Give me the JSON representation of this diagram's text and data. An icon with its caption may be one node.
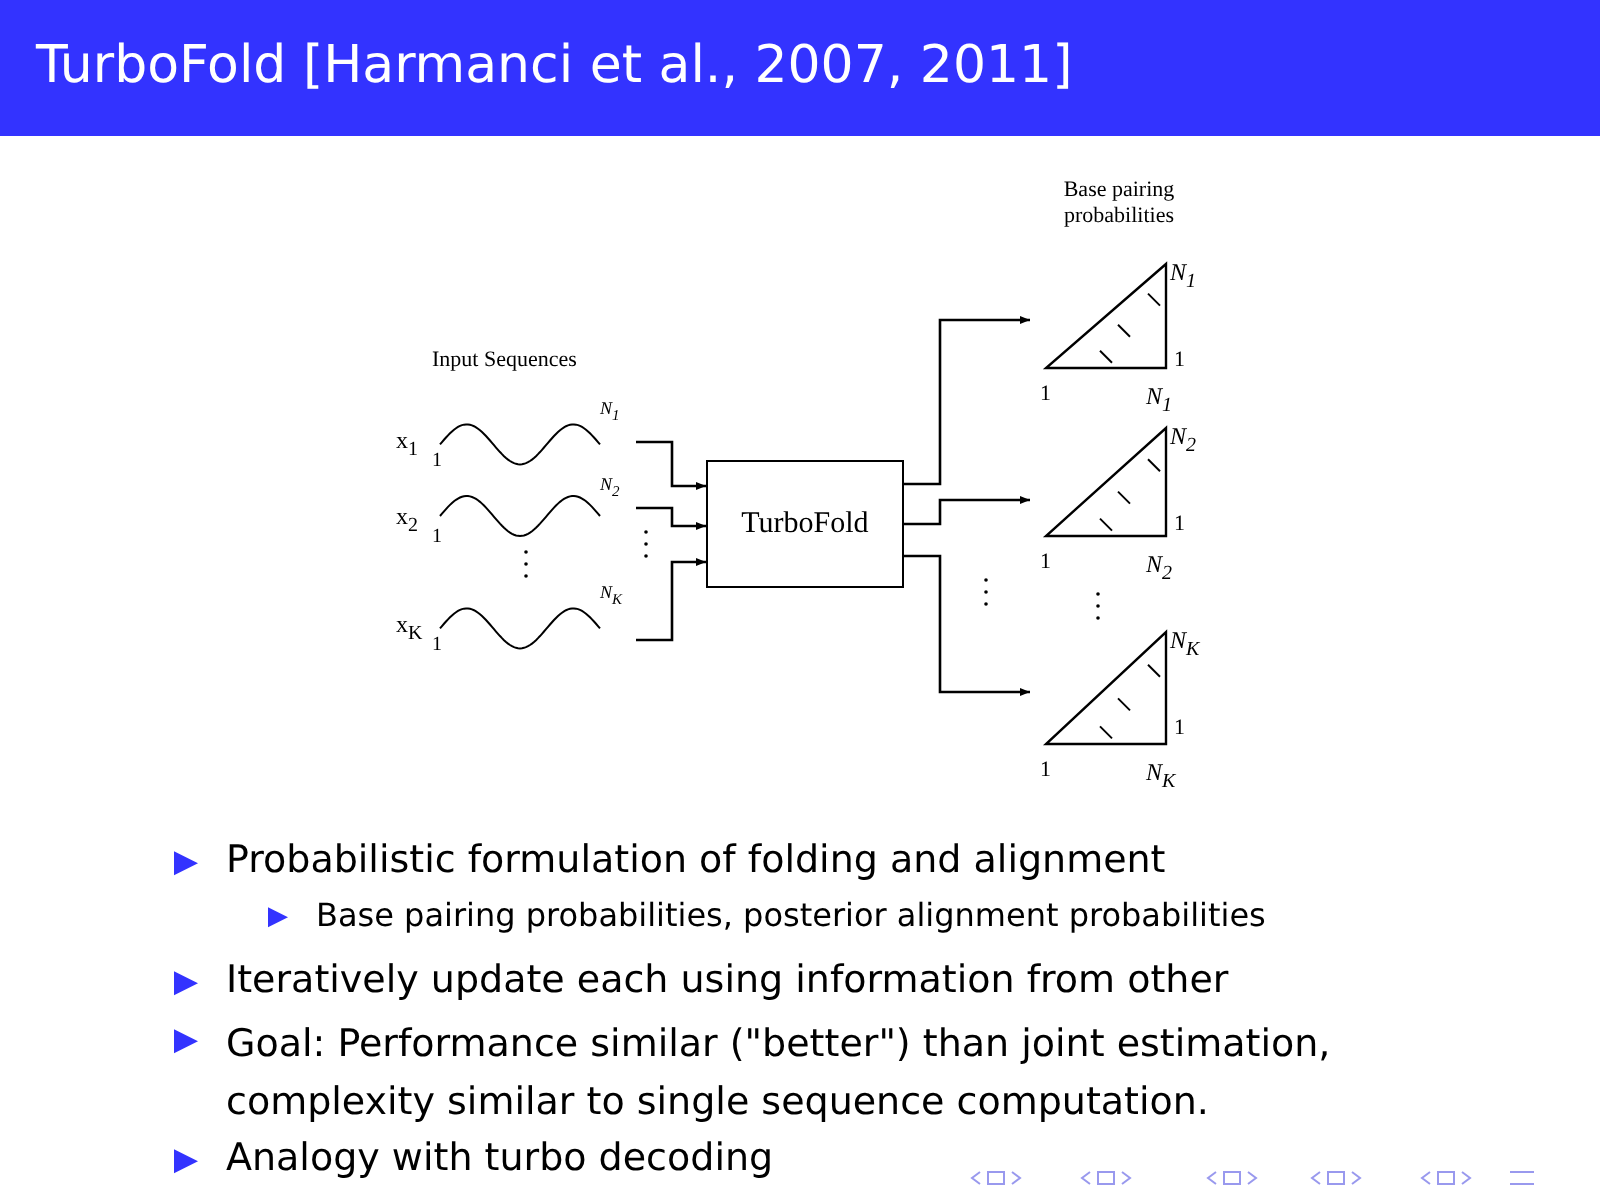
{
  "diagram": {
    "title": "TurboFold [Harmanci et al., 2007, 2011]",
    "nodes": [
      {
        "text": [
          "x$_{1}$",
          "1",
          "N$_{1}$"
        ]
      },
      {
        "text": [
          "x$_{2}$",
          "1",
          "N$_{2}$"
        ]
      },
      {
        "text": [
          "x$_{K}$",
          "1",
          "N$_{K}$"
        ]
      },
      {
        "text": [
          "TurboFold"
        ]
      },
      {
        "text": [
          "N$_{1}$",
          "1",
          "1",
          "N$_{1}$"
        ]
      },
      {
        "text": [
          "N$_{2}$",
          "1",
          "1",
          "N$_{2}$"
        ]
      },
      {
        "text": [
          "N$_{K}$",
          "1",
          "1",
          "N$_{K}$"
        ]
      }
    ],
    "edges": [
      {
        "from": 0,
        "to": 3,
        "arrow": "to"
      },
      {
        "from": 1,
        "to": 3,
        "arrow": "to"
      },
      {
        "from": 2,
        "to": 3,
        "arrow": "to"
      },
      {
        "from": 3,
        "to": 4,
        "arrow": "to"
      },
      {
        "from": 3,
        "to": 5,
        "arrow": "to"
      },
      {
        "from": 3,
        "to": 6,
        "arrow": "to"
      }
    ],
    "labels": [
      "Input Sequences",
      "Base pairing probabilities",
      "Probabilistic formulation of folding and alignment",
      "Base pairing probabilities, posterior alignment probabilities",
      "Iteratively update each using information from other",
      "Goal: Performance similar (\"better\") than joint estimation, complexity similar to single sequence computation.",
      "Analogy with turbo decoding"
    ]
  }
}
